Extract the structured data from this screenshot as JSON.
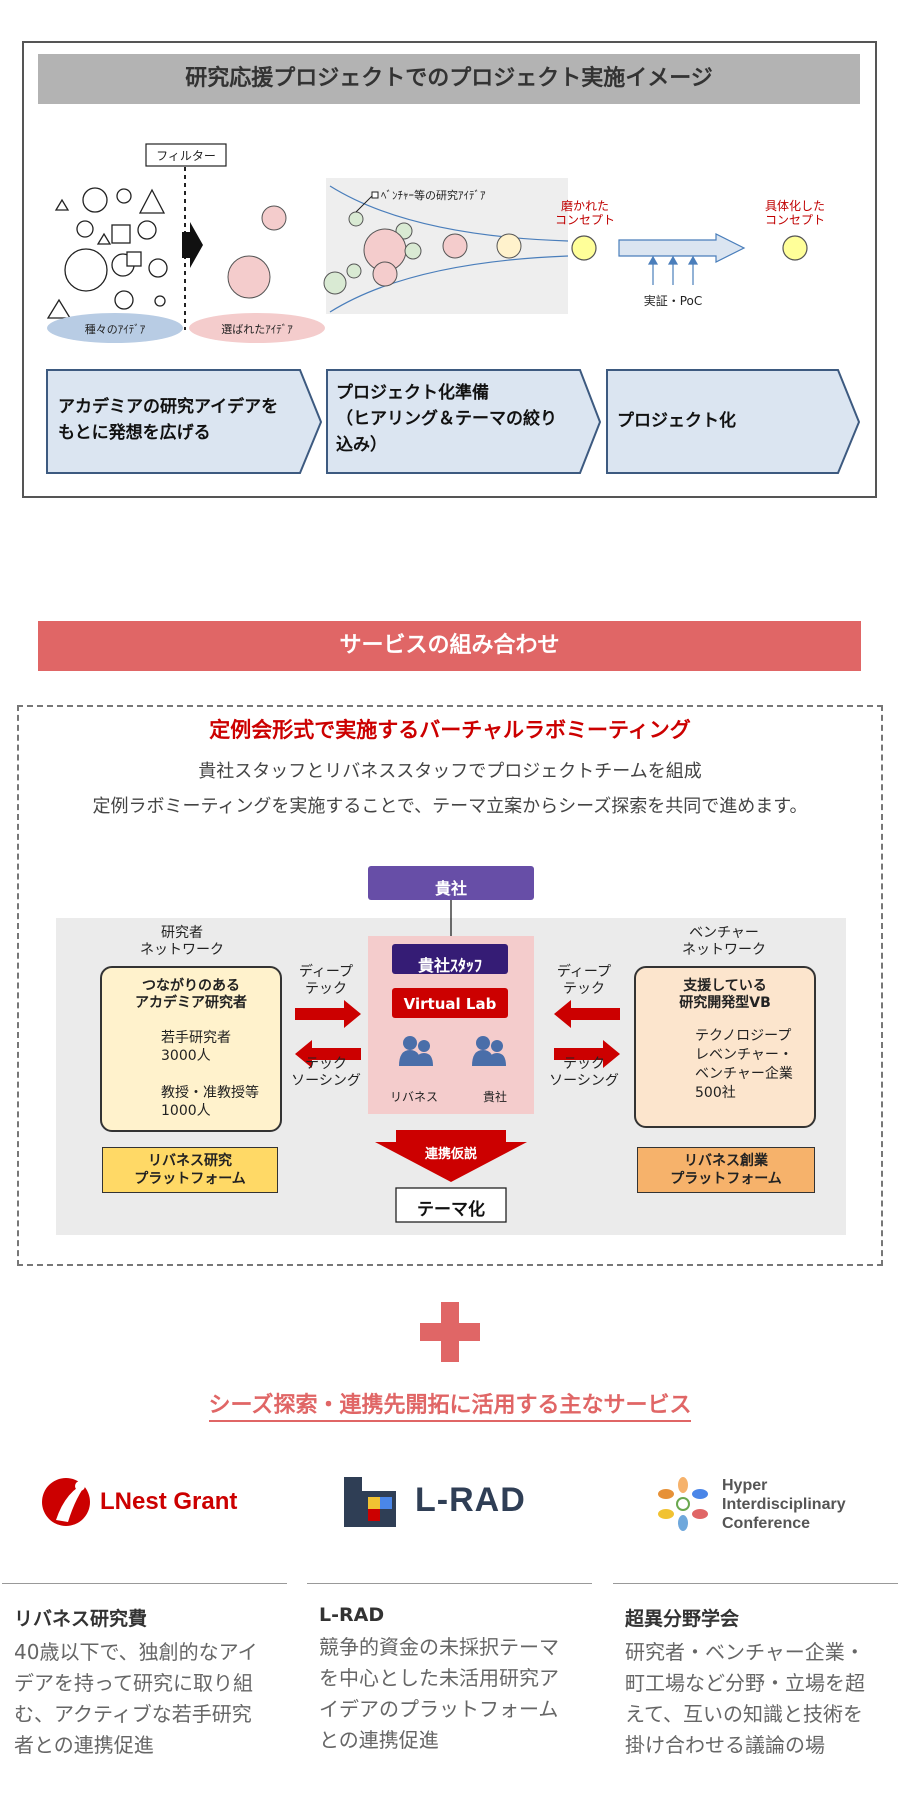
{
  "concept": {
    "title": "研究応援プロジェクトでのプロジェクト実施イメージ",
    "filter_label": "フィルター",
    "ellipse_left": "種々のｱｲﾃﾞｱ",
    "ellipse_right": "選ばれたｱｲﾃﾞｱ",
    "venture_label": "ﾍﾞﾝﾁｬｰ等の研究ｱｲﾃﾞｱ",
    "polished_label_1": "磨かれた",
    "polished_label_2": "コンセプト",
    "concrete_label_1": "具体化した",
    "concrete_label_2": "コンセプト",
    "poc_label": "実証・PoC",
    "steps": [
      {
        "line1": "アカデミアの研究アイデアを",
        "line2": "もとに発想を広げる"
      },
      {
        "line1": "プロジェクト化準備",
        "line2": "（ヒアリング＆テーマの絞り",
        "line3": "込み）"
      },
      {
        "line1": "プロジェクト化"
      }
    ]
  },
  "services": {
    "banner": "サービスの組み合わせ",
    "headline": "定例会形式で実施するバーチャルラボミーティング",
    "sub1": "貴社スタッフとリバネススタッフでプロジェクトチームを組成",
    "sub2": "定例ラボミーティングを実施することで、テーマ立案からシーズ探索を共同で進めます。",
    "diagram": {
      "company": "貴社",
      "staff": "貴社ｽﾀｯﾌ",
      "virtual_lab": "Virtual Lab",
      "person_left": "リバネス",
      "person_right": "貴社",
      "researcher_net_1": "研究者",
      "researcher_net_2": "ネットワーク",
      "venture_net_1": "ベンチャー",
      "venture_net_2": "ネットワーク",
      "deep_tech_1": "ディープ",
      "deep_tech_2": "テック",
      "sourcing_1": "テック",
      "sourcing_2": "ソーシング",
      "academia_title_1": "つながりのある",
      "academia_title_2": "アカデミア研究者",
      "young_1": "若手研究者",
      "young_2": "3000人",
      "prof_1": "教授・准教授等",
      "prof_2": "1000人",
      "vb_title_1": "支援している",
      "vb_title_2": "研究開発型VB",
      "vb_text_1": "テクノロジープ",
      "vb_text_2": "レベンチャー・",
      "vb_text_3": "ベンチャー企業",
      "vb_text_4": "500社",
      "platform_left_1": "リバネス研究",
      "platform_left_2": "プラットフォーム",
      "platform_right_1": "リバネス創業",
      "platform_right_2": "プラットフォーム",
      "collab": "連携仮説",
      "theme": "テーマ化"
    },
    "link_title": "シーズ探索・連携先開拓に活用する主なサービス",
    "logos": {
      "lnest": "LNest Grant",
      "lrad": "L-RAD",
      "hic_1": "Hyper",
      "hic_2": "Interdisciplinary",
      "hic_3": "Conference"
    },
    "items": [
      {
        "name": "リバネス研究費",
        "desc": [
          "40歳以下で、独創的なアイ",
          "デアを持って研究に取り組",
          "む、アクティブな若手研究",
          "者との連携促進"
        ]
      },
      {
        "name": "L-RAD",
        "desc": [
          "競争的資金の未採択テーマ",
          "を中心とした未活用研究ア",
          "イデアのプラットフォーム",
          "との連携促進"
        ]
      },
      {
        "name": "超異分野学会",
        "desc": [
          "研究者・ベンチャー企業・",
          "町工場など分野・立場を超",
          "えて、互いの知識と技術を",
          "掛け合わせる議論の場"
        ]
      }
    ]
  }
}
